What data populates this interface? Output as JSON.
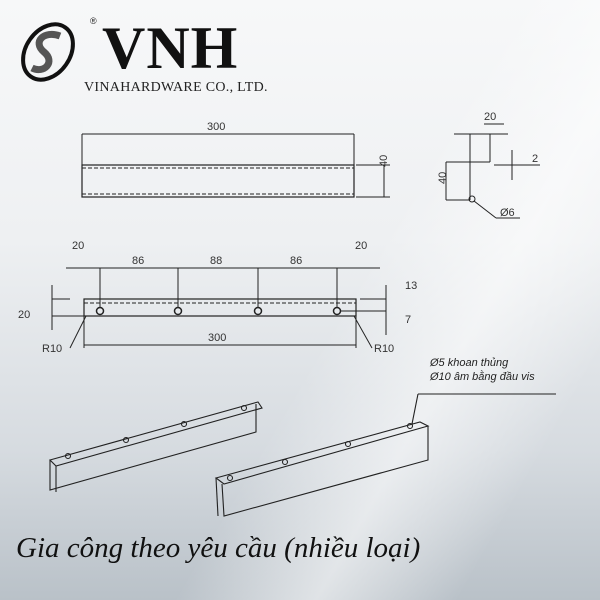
{
  "logo": {
    "brand": "VNH",
    "registered": "®",
    "company": "VINAHARDWARE CO., LTD.",
    "icon": "swoosh-s-emblem-icon"
  },
  "top_view": {
    "length": "300",
    "height": "40"
  },
  "section_view": {
    "flange": "20",
    "thickness": "2",
    "height": "40",
    "radius": "Ø6"
  },
  "hole_view": {
    "spacings": [
      "20",
      "86",
      "88",
      "86",
      "20"
    ],
    "left_offset": "20",
    "right_offsets": [
      "13",
      "7"
    ],
    "length": "300",
    "radius_left": "R10",
    "radius_right": "R10"
  },
  "note": {
    "line1": "Ø5 khoan thủng",
    "line2": "Ø10 âm bằng đầu vis"
  },
  "caption": "Gia công theo yêu cầu (nhiều loại)",
  "colors": {
    "line": "#222222",
    "text": "#111111"
  }
}
